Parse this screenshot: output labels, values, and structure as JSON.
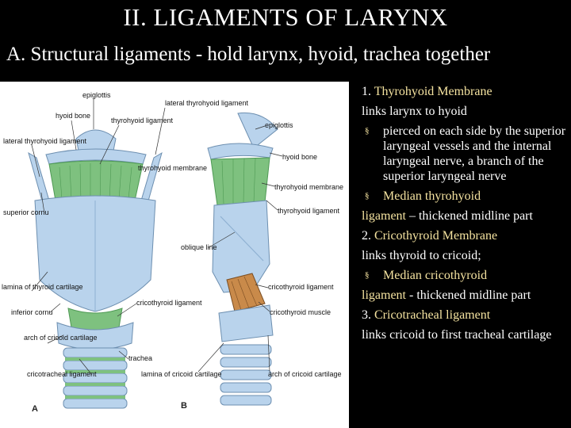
{
  "slide": {
    "title": "II. LIGAMENTS OF LARYNX",
    "subtitle": "A. Structural ligaments - hold larynx, hyoid, trachea together"
  },
  "figure": {
    "labels": {
      "epiglottis_a": "epiglottis",
      "lateral_thyrohyoid_ligament_a": "lateral thyrohyoid ligament",
      "hyoid_bone_a": "hyoid bone",
      "thyrohyoid_ligament": "thyrohyoid ligament",
      "lateral_thyrohyoid_ligament_left": "lateral thyrohyoid ligament",
      "thyrohyoid_membrane_a": "thyrohyoid membrane",
      "superior_cornu": "superior cornu",
      "lamina_of_thyroid_cartilage": "lamina of thyroid cartilage",
      "inferior_cornu": "inferior cornu",
      "arch_of_cricoid_cartilage": "arch of cricoid cartilage",
      "cricotracheal_ligament": "cricotracheal ligament",
      "cricothyroid_ligament_a": "cricothyroid ligament",
      "trachea": "trachea",
      "lamina_of_cricoid_cartilage": "lamina of cricoid cartilage",
      "epiglottis_b": "epiglottis",
      "hyoid_bone_b": "hyoid bone",
      "thyrohyoid_membrane_b": "thyrohyoid membrane",
      "thyrohyoid_ligament_b": "thyrohyoid ligament",
      "oblique_line": "oblique line",
      "cricothyroid_ligament_b": "cricothyroid ligament",
      "cricothyroid_muscle": "cricothyroid muscle",
      "arch_of_cricoid_cartilage_b": "arch of cricoid cartilage",
      "panel_a": "A",
      "panel_b": "B"
    },
    "colors": {
      "cartilage": "#b9d3ec",
      "membrane": "#7ec17f",
      "membrane_dark": "#4f9a55",
      "muscle": "#c98a4a"
    }
  },
  "notes": {
    "item1_num": "1. ",
    "item1_name": "Thyrohyoid Membrane",
    "item1_desc": "links larynx to hyoid",
    "bullet_glyph": "§",
    "bullet1": "pierced on each side by the superior laryngeal vessels and the internal laryngeal nerve, a branch of the superior laryngeal nerve",
    "bullet2_a": "Median thyrohyoid",
    "bullet2_b": "ligament",
    "bullet2_c": " – thickened midline part",
    "item2_num": "2. ",
    "item2_name": "Cricothyroid Membrane",
    "item2_desc": "links thyroid to cricoid;",
    "bullet3_a": "Median cricothyroid",
    "bullet3_b": "ligament",
    "bullet3_c": " - thickened midline part",
    "item3_num": "3. ",
    "item3_name": "Cricotracheal ligament",
    "item3_desc": "links cricoid to first tracheal cartilage"
  }
}
